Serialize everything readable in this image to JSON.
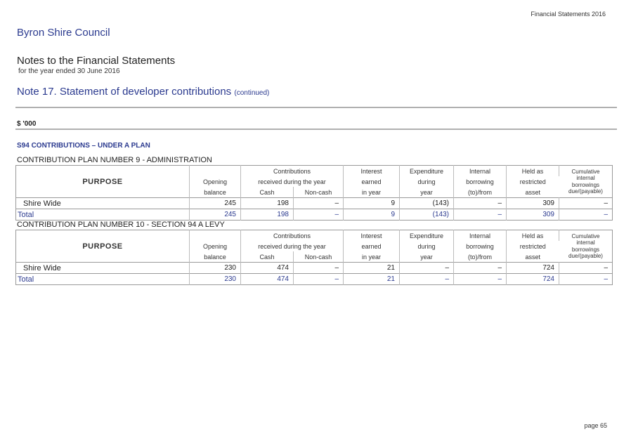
{
  "header": {
    "report_title": "Financial Statements 2016",
    "council": "Byron Shire Council",
    "notes_title": "Notes to the Financial Statements",
    "period": "for the year ended 30 June 2016",
    "note_title": "Note 17. Statement of developer contributions",
    "note_continued": "(continued)"
  },
  "units": "$ '000",
  "section_title": "S94 CONTRIBUTIONS – UNDER A PLAN",
  "columns": {
    "purpose": "PURPOSE",
    "opening": [
      "Opening",
      "balance"
    ],
    "contributions": [
      "Contributions",
      "received during the year"
    ],
    "cash": "Cash",
    "noncash": "Non-cash",
    "interest": [
      "Interest",
      "earned",
      "in year"
    ],
    "expenditure": [
      "Expenditure",
      "during",
      "year"
    ],
    "internal": [
      "Internal",
      "borrowing",
      "(to)/from"
    ],
    "held": [
      "Held as",
      "restricted",
      "asset"
    ],
    "cumulative": [
      "Cumulative",
      "internal",
      "borrowings",
      "due/(payable)"
    ]
  },
  "plans": [
    {
      "title": "CONTRIBUTION PLAN NUMBER 9 - ADMINISTRATION",
      "row": {
        "label": "Shire Wide",
        "opening": "245",
        "cash": "198",
        "noncash": "–",
        "interest": "9",
        "expenditure": "(143)",
        "internal": "–",
        "held": "309",
        "cumulative": "–"
      },
      "total": {
        "label": "Total",
        "opening": "245",
        "cash": "198",
        "noncash": "–",
        "interest": "9",
        "expenditure": "(143)",
        "internal": "–",
        "held": "309",
        "cumulative": "–"
      }
    },
    {
      "title": "CONTRIBUTION PLAN NUMBER 10 - SECTION 94 A LEVY",
      "row": {
        "label": "Shire Wide",
        "opening": "230",
        "cash": "474",
        "noncash": "–",
        "interest": "21",
        "expenditure": "–",
        "internal": "–",
        "held": "724",
        "cumulative": "–"
      },
      "total": {
        "label": "Total",
        "opening": "230",
        "cash": "474",
        "noncash": "–",
        "interest": "21",
        "expenditure": "–",
        "internal": "–",
        "held": "724",
        "cumulative": "–"
      }
    }
  ],
  "footer": {
    "page": "page 65"
  },
  "colors": {
    "accent": "#2b3a8f",
    "rule": "#b0b0b0"
  }
}
